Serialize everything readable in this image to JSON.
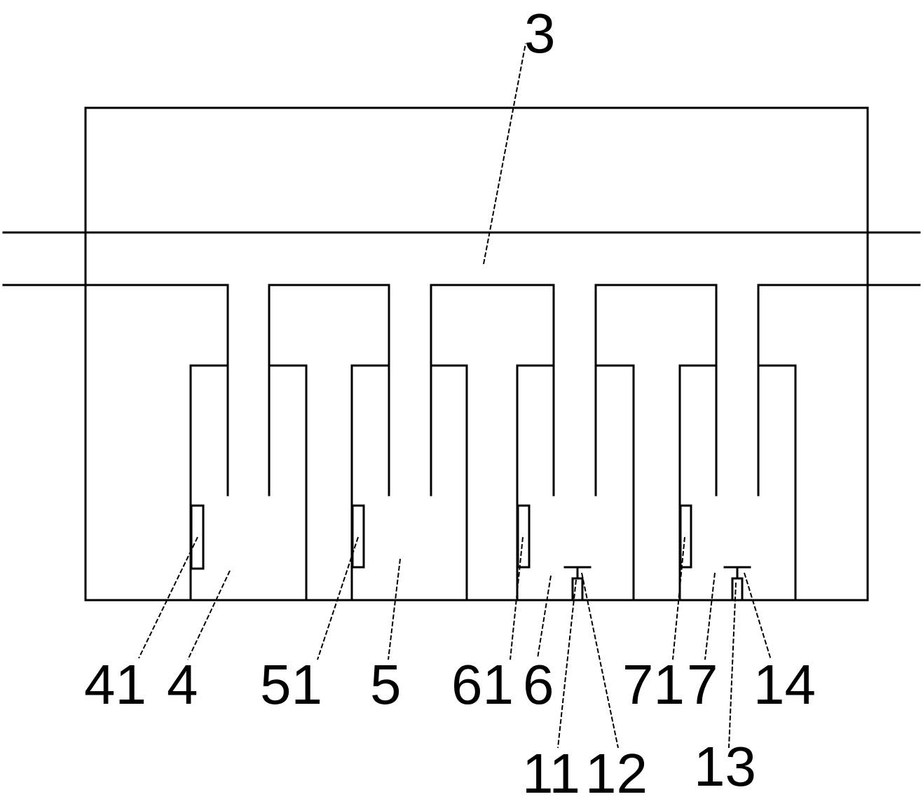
{
  "labels": {
    "l3": "3",
    "l41": "41",
    "l4": "4",
    "l51": "51",
    "l5": "5",
    "l61": "61",
    "l6": "6",
    "l71": "71",
    "l7": "7",
    "l14": "14",
    "l11": "11",
    "l12": "12",
    "l13": "13"
  }
}
